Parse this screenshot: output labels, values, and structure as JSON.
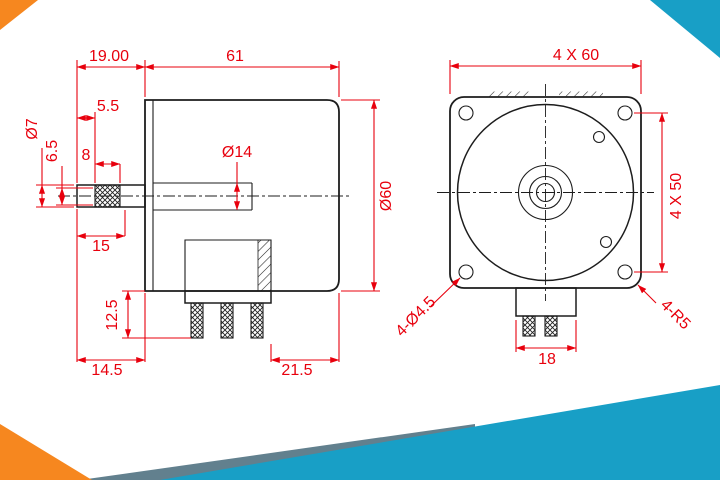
{
  "colors": {
    "dimension_red": "#e8000d",
    "outline_black": "#1d1d1d",
    "accent_orange": "#f6871f",
    "accent_teal": "#189fc6",
    "accent_slate": "#62808e",
    "background": "#ffffff"
  },
  "side_view": {
    "dims": {
      "shaft_total": "19.00",
      "body_length": "61",
      "shaft_tip": "5.5",
      "shaft_diameter": "Ø7",
      "flat_height": "6.5",
      "knurl_length": "8",
      "boss_diameter": "Ø14",
      "body_diameter": "Ø60",
      "shaft_length": "15",
      "terminal_depth": "12.5",
      "front_offset": "14.5",
      "rear_offset": "21.5"
    }
  },
  "front_view": {
    "dims": {
      "flange_size": "4 X 60",
      "hole_pitch": "4 X 50",
      "mount_holes": "4-Ø4.5",
      "corner_radius": "4-R5",
      "terminal_width": "18"
    }
  }
}
